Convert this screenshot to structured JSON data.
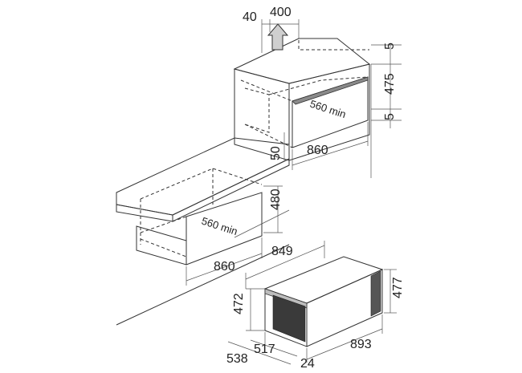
{
  "dims": {
    "top_40": "40",
    "top_400": "400",
    "right_5_top": "5",
    "right_475": "475",
    "right_5_bottom": "5",
    "upper_860": "860",
    "upper_560": "560 min",
    "side_50": "50",
    "lower_480": "480",
    "lower_560": "560 min",
    "lower_860": "860",
    "oven_849": "849",
    "oven_472": "472",
    "oven_477": "477",
    "oven_517": "517",
    "oven_538": "538",
    "oven_24": "24",
    "oven_893": "893"
  },
  "colors": {
    "wall_fill": "#e6e6e6",
    "counter_fill": "#a8a8a8",
    "cavity_fill": "#6e6e6e",
    "oven_body": "#d9d9d9",
    "oven_front": "#7a7a7a",
    "oven_glass": "#3a3a3a"
  }
}
